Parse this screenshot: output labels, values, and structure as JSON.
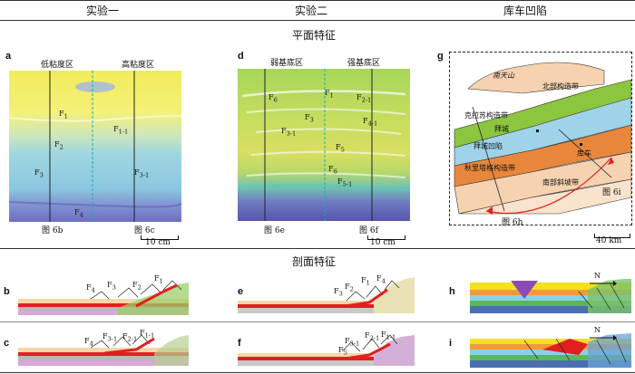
{
  "headers": {
    "exp1": "实验一",
    "exp2": "实验二",
    "kuche": "库车凹陷"
  },
  "sections": {
    "plan": "平面特征",
    "profile": "剖面特征"
  },
  "panel_a": {
    "letter": "a",
    "left_zone": "低粘度区",
    "right_zone": "高粘度区",
    "faults": [
      "F",
      "F",
      "F",
      "F",
      "F",
      "F"
    ],
    "fault_subs": [
      "1",
      "1-1",
      "2",
      "3",
      "3-1",
      "4"
    ],
    "fig_left": "图 6b",
    "fig_right": "图 6c",
    "scale": "10 cm"
  },
  "panel_d": {
    "letter": "d",
    "left_zone": "弱基底区",
    "right_zone": "强基底区",
    "faults": [
      "F",
      "F",
      "F",
      "F",
      "F",
      "F",
      "F",
      "F",
      "F"
    ],
    "fault_subs": [
      "6",
      "1",
      "2-1",
      "3",
      "3-1",
      "4-1",
      "5",
      "6",
      "5-1"
    ],
    "fig_left": "图 6e",
    "fig_right": "图 6f",
    "scale": "10 cm"
  },
  "panel_g": {
    "letter": "g",
    "labels": [
      "南天山",
      "北部构造带",
      "克拉苏构造带",
      "拜城",
      "拜城凹陷",
      "库车",
      "秋里塔格构造带",
      "南部斜坡带"
    ],
    "fig_right": "图 6i",
    "fig_bottom": "图 6h",
    "scale": "40 km"
  },
  "profiles": {
    "b": {
      "letter": "b",
      "faults": [
        "F",
        "F",
        "F",
        "F"
      ],
      "subs": [
        "4",
        "3",
        "2",
        "1"
      ]
    },
    "e": {
      "letter": "e",
      "faults": [
        "F",
        "F",
        "F",
        "F"
      ],
      "subs": [
        "3",
        "2",
        "1",
        "4"
      ]
    },
    "h": {
      "letter": "h",
      "north": "N"
    },
    "c": {
      "letter": "c",
      "faults": [
        "F",
        "F",
        "F",
        "F"
      ],
      "subs": [
        "4",
        "3-1",
        "2-1",
        "1-1"
      ]
    },
    "f": {
      "letter": "f",
      "faults": [
        "F",
        "F",
        "F",
        "F"
      ],
      "subs": [
        "5",
        "3-1",
        "2-1",
        "1-1"
      ]
    },
    "i": {
      "letter": "i",
      "north": "N"
    }
  }
}
